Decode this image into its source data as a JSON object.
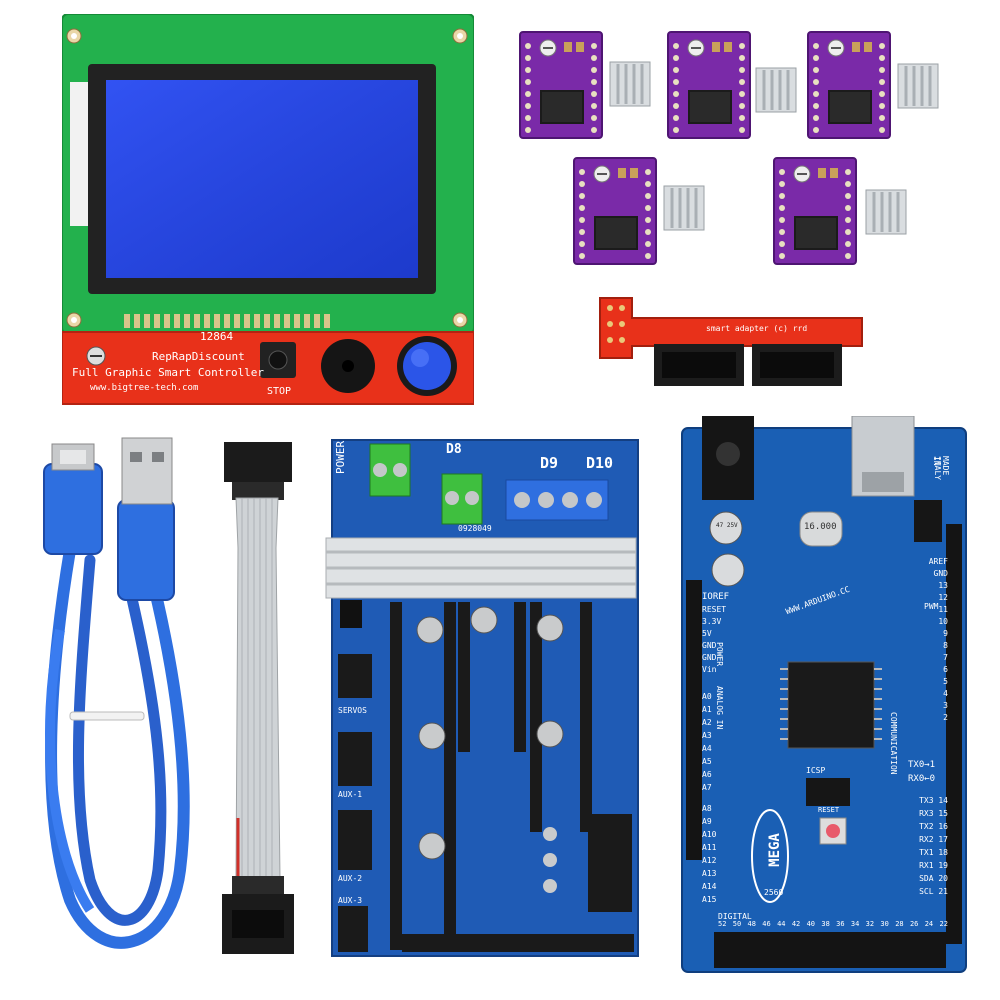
{
  "lcd": {
    "model": "12864",
    "brand": "RepRapDiscount",
    "product": "Full Graphic Smart Controller",
    "url": "www.bigtree-tech.com",
    "stop_label": "STOP"
  },
  "adapter": {
    "label": "smart adapter (c) rrd"
  },
  "ramps": {
    "power_label": "POWER",
    "d8": "D8",
    "d9": "D9",
    "d10": "D10",
    "aux1": "AUX-1",
    "aux2": "AUX-2",
    "aux3": "AUX-3",
    "servos": "SERVOS",
    "serial": "0928049"
  },
  "mega": {
    "made_in": "MADE IN",
    "italy": "ITALY",
    "brand": "WWW.ARDUINO.CC",
    "model": "MEGA",
    "chip": "2560",
    "crystal": "16.000",
    "pwm": "PWM",
    "communication": "COMMUNICATION",
    "digital": "DIGITAL",
    "analog_in": "ANALOG IN",
    "power": "POWER",
    "reset": "RESET",
    "icsp": "ICSP",
    "ioref": "IOREF",
    "tx_label": "TX0→1",
    "rx_label": "RX0←0",
    "power_pins": [
      "RESET",
      "3.3V",
      "5V",
      "GND",
      "GND",
      "Vin"
    ],
    "analog_pins": [
      "A0",
      "A1",
      "A2",
      "A3",
      "A4",
      "A5",
      "A6",
      "A7",
      "A8",
      "A9",
      "A10",
      "A11",
      "A12",
      "A13",
      "A14",
      "A15"
    ],
    "pwm_pins": [
      "AREF",
      "GND",
      "13",
      "12",
      "11",
      "10",
      "9",
      "8",
      "7",
      "6",
      "5",
      "4",
      "3",
      "2"
    ],
    "comm_pins": [
      "TX3 14",
      "RX3 15",
      "TX2 16",
      "RX2 17",
      "TX1 18",
      "RX1 19",
      "SDA 20",
      "SCL 21"
    ],
    "digital_pins": [
      "52",
      "50",
      "48",
      "46",
      "44",
      "42",
      "40",
      "38",
      "36",
      "34",
      "32",
      "30",
      "28",
      "26",
      "24",
      "22"
    ],
    "cap_label": "47 25V"
  },
  "colors": {
    "lcd_pcb": "#1aa84a",
    "lcd_screen": "#1f3fd8",
    "lcd_front": "#e8311a",
    "driver_pcb": "#7a2aa8",
    "ramps_pcb": "#1f5bb5",
    "mega_pcb": "#1a5fb4",
    "cable": "#2e6fe0",
    "ribbon": "#cfd3d6"
  }
}
